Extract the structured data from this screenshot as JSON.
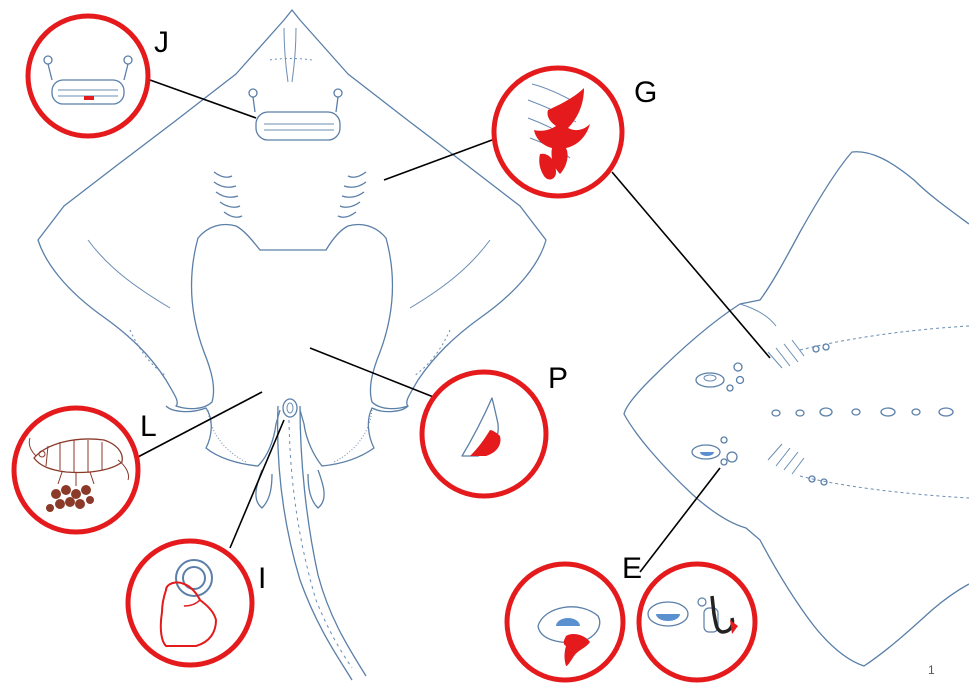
{
  "labels": {
    "j": "J",
    "g": "G",
    "p": "P",
    "l": "L",
    "i": "I",
    "e": "E"
  },
  "page_number": "1",
  "colors": {
    "outline": "#5a7fa8",
    "highlight_circle": "#e41a1c",
    "wound": "#e41a1c",
    "leader_line": "#000000",
    "prey": "#8b3a2a"
  },
  "icons": {
    "j": "mouth-icon",
    "g": "gill-slits-icon",
    "p": "pelvic-fin-icon",
    "l": "crustacean-prey-icon",
    "i": "finger-vent-icon",
    "e": "hook-eye-icon"
  }
}
